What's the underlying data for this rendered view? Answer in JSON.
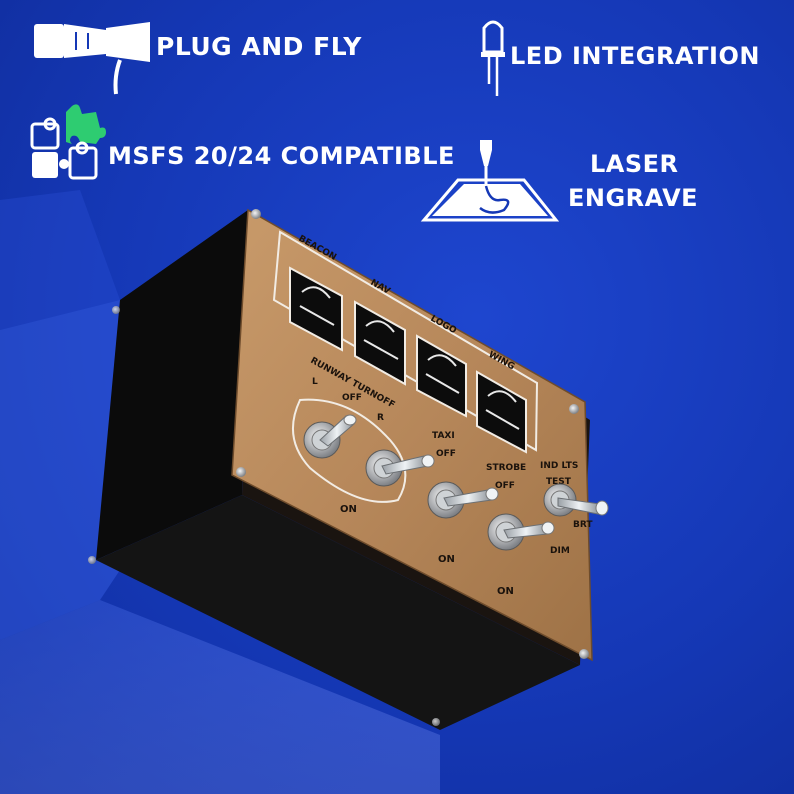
{
  "features": {
    "plug_and_fly": {
      "label": "PLUG AND FLY",
      "icon": "plug-icon"
    },
    "led_integration": {
      "label": "LED INTEGRATION",
      "icon": "led-icon"
    },
    "msfs_compatible": {
      "label": "MSFS 20/24 COMPATIBLE",
      "icon": "puzzle-icon"
    },
    "laser_engrave": {
      "label_line1": "LASER",
      "label_line2": "ENGRAVE",
      "icon": "laser-engrave-icon"
    }
  },
  "panel": {
    "annunciators": {
      "beacon": "BEACON",
      "nav": "NAV",
      "logo": "LOGO",
      "wing": "WING"
    },
    "switches": {
      "runway_turnoff": {
        "title": "RUNWAY TURNOFF",
        "l": "L",
        "off": "OFF",
        "r": "R",
        "on": "ON"
      },
      "taxi": {
        "title": "TAXI",
        "off": "OFF",
        "on": "ON"
      },
      "strobe": {
        "title": "STROBE",
        "off": "OFF",
        "on": "ON"
      },
      "ind_lts": {
        "title": "IND LTS",
        "test": "TEST",
        "brt": "BRT",
        "dim": "DIM"
      }
    }
  },
  "colors": {
    "background": "#1538b6",
    "panel_face": "#b8895a",
    "enclosure": "#0a0a0a",
    "accent_green": "#2ecc71",
    "text": "#ffffff"
  }
}
